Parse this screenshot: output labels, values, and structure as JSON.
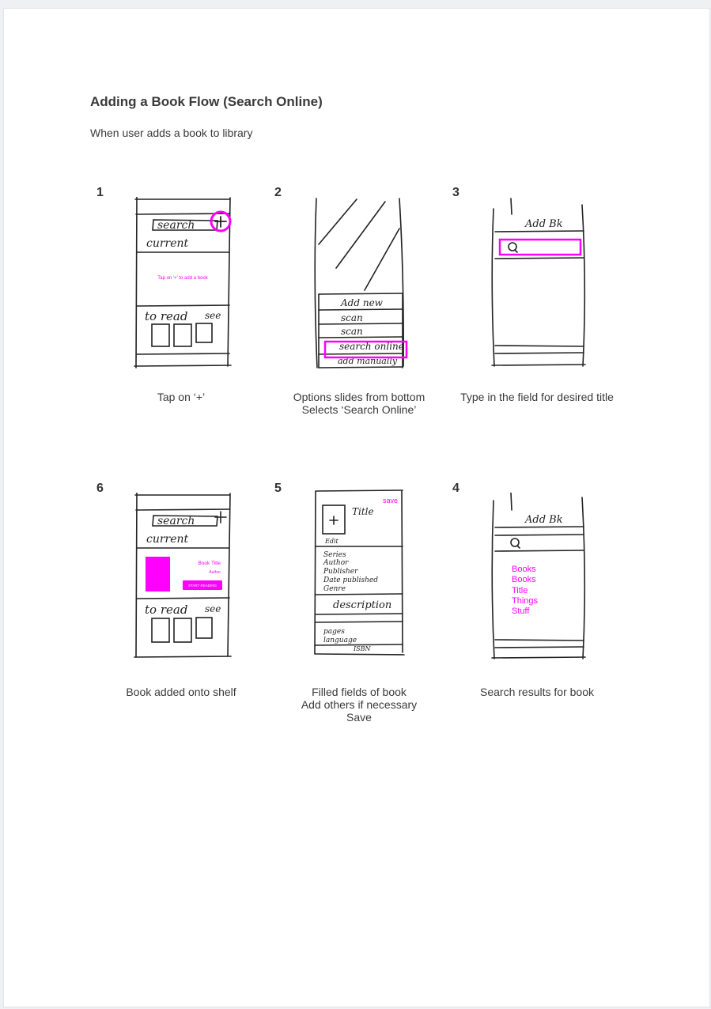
{
  "header": {
    "title": "Adding a Book Flow (Search Online)",
    "subtitle": "When user adds a book to library"
  },
  "colors": {
    "accent": "#ff00ff",
    "ink": "#222222"
  },
  "steps": [
    {
      "number": "1",
      "caption": [
        "Tap on ‘+’"
      ],
      "sketch": {
        "search": "search",
        "current": "current",
        "hint": "Tap on '+' to add a book",
        "to_read": "to read",
        "see": "see"
      }
    },
    {
      "number": "2",
      "caption": [
        "Options slides from bottom",
        "Selects ‘Search Online’"
      ],
      "sketch": {
        "options": [
          "Add new",
          "scan",
          "scan",
          "search online",
          "add manually"
        ]
      }
    },
    {
      "number": "3",
      "caption": [
        "Type in the field for desired title"
      ],
      "sketch": {
        "header": "Add Bk"
      }
    },
    {
      "number": "6",
      "caption": [
        "Book added onto shelf"
      ],
      "sketch": {
        "search": "search",
        "current": "current",
        "book_title": "Book Title",
        "author": "Author",
        "start_button": "START READING",
        "to_read": "to read",
        "see": "see"
      }
    },
    {
      "number": "5",
      "caption": [
        "Filled fields of book",
        "Add others if necessary",
        "Save"
      ],
      "sketch": {
        "save": "save",
        "title": "Title",
        "edit": "Edit",
        "fields": [
          "Series",
          "Author",
          "Publisher",
          "Date published",
          "Genre"
        ],
        "description": "description",
        "bottom_fields": [
          "pages",
          "language",
          "ISBN"
        ]
      }
    },
    {
      "number": "4",
      "caption": [
        "Search results for book"
      ],
      "sketch": {
        "header": "Add Bk",
        "results": [
          "Books",
          "Books",
          "Title",
          "Things",
          "Stuff"
        ]
      }
    }
  ]
}
